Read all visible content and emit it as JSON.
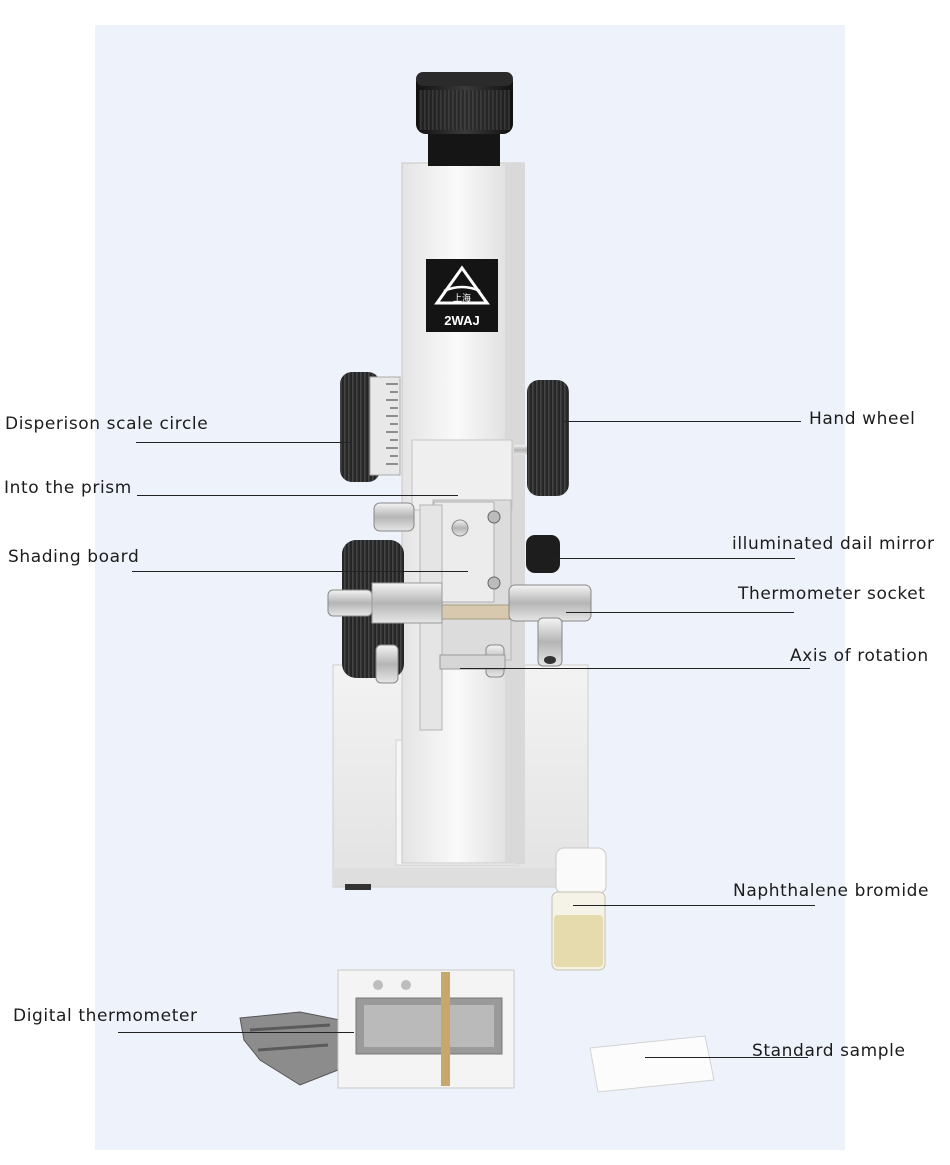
{
  "instrument": {
    "logo_text": "2WAJ",
    "logo_emblem": "上海"
  },
  "callouts": {
    "dispersion_scale_circle": "Disperison scale circle",
    "into_the_prism": "Into the prism",
    "shading_board": "Shading board",
    "hand_wheel": "Hand wheel",
    "illuminated_dial_mirror": "illuminated dail mirror",
    "thermometer_socket": "Thermometer socket",
    "axis_of_rotation": "Axis of rotation",
    "naphthalene_bromide": "Naphthalene bromide",
    "digital_thermometer": "Digital thermometer",
    "standard_sample": "Standard sample"
  },
  "colors": {
    "backdrop": "#eef2fb",
    "body_white": "#f1f1f1",
    "knob_black": "#1e1e1e",
    "chrome": "#c9c9c9",
    "vial_liquid": "#e3d6a2"
  }
}
